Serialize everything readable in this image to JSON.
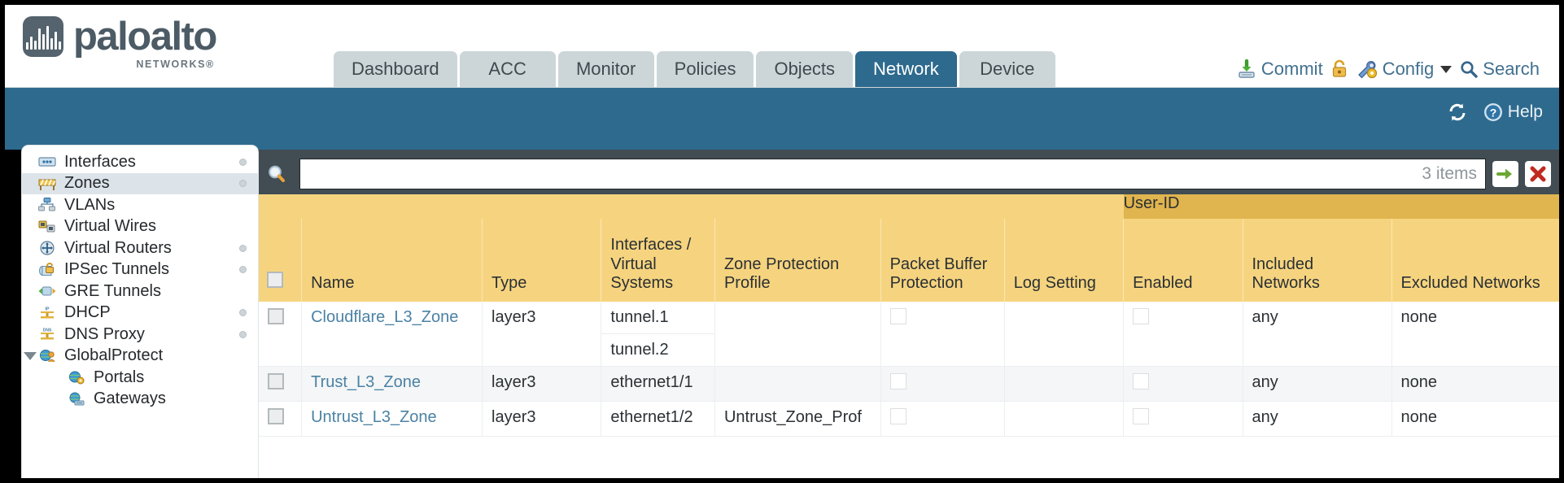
{
  "brand": {
    "word": "paloalto",
    "sub": "NETWORKS®"
  },
  "nav": {
    "tabs": [
      {
        "label": "Dashboard",
        "active": false
      },
      {
        "label": "ACC",
        "active": false
      },
      {
        "label": "Monitor",
        "active": false
      },
      {
        "label": "Policies",
        "active": false
      },
      {
        "label": "Objects",
        "active": false
      },
      {
        "label": "Network",
        "active": true
      },
      {
        "label": "Device",
        "active": false
      }
    ]
  },
  "topactions": {
    "commit_label": "Commit",
    "commit_icon": "commit-download-icon",
    "lock_icon": "lock-icon",
    "config_label": "Config",
    "config_icon": "config-wrench-icon",
    "config_caret": "chevron-down-icon",
    "search_label": "Search",
    "search_icon": "search-icon"
  },
  "blueband": {
    "refresh_icon": "refresh-icon",
    "help_label": "Help",
    "help_icon": "help-question-icon"
  },
  "sidebar": {
    "items": [
      {
        "label": "Interfaces",
        "icon": "interfaces-icon",
        "dot": true,
        "selected": false,
        "child": false,
        "tri": false
      },
      {
        "label": "Zones",
        "icon": "zones-icon",
        "dot": true,
        "selected": true,
        "child": false,
        "tri": false
      },
      {
        "label": "VLANs",
        "icon": "vlans-icon",
        "dot": false,
        "selected": false,
        "child": false,
        "tri": false
      },
      {
        "label": "Virtual Wires",
        "icon": "virtual-wires-icon",
        "dot": false,
        "selected": false,
        "child": false,
        "tri": false
      },
      {
        "label": "Virtual Routers",
        "icon": "virtual-routers-icon",
        "dot": true,
        "selected": false,
        "child": false,
        "tri": false
      },
      {
        "label": "IPSec Tunnels",
        "icon": "ipsec-tunnels-icon",
        "dot": true,
        "selected": false,
        "child": false,
        "tri": false
      },
      {
        "label": "GRE Tunnels",
        "icon": "gre-tunnels-icon",
        "dot": false,
        "selected": false,
        "child": false,
        "tri": false
      },
      {
        "label": "DHCP",
        "icon": "dhcp-icon",
        "dot": true,
        "selected": false,
        "child": false,
        "tri": false
      },
      {
        "label": "DNS Proxy",
        "icon": "dns-proxy-icon",
        "dot": true,
        "selected": false,
        "child": false,
        "tri": false
      },
      {
        "label": "GlobalProtect",
        "icon": "globalprotect-icon",
        "dot": false,
        "selected": false,
        "child": false,
        "tri": true
      },
      {
        "label": "Portals",
        "icon": "portals-icon",
        "dot": false,
        "selected": false,
        "child": true,
        "tri": false
      },
      {
        "label": "Gateways",
        "icon": "gateways-icon",
        "dot": false,
        "selected": false,
        "child": true,
        "tri": false
      }
    ]
  },
  "search": {
    "value": "",
    "placeholder": "",
    "magnifier_icon": "search-icon",
    "item_count": "3 items",
    "apply_icon": "green-arrow-icon",
    "clear_icon": "red-x-icon"
  },
  "table": {
    "group_header": "User-ID",
    "columns": [
      "Name",
      "Type",
      "Interfaces / Virtual Systems",
      "Zone Protection Profile",
      "Packet Buffer Protection",
      "Log Setting",
      "Enabled",
      "Included Networks",
      "Excluded Networks"
    ],
    "rows": [
      {
        "name": "Cloudflare_L3_Zone",
        "type": "layer3",
        "interfaces": [
          "tunnel.1",
          "tunnel.2"
        ],
        "zone_protection_profile": "",
        "packet_buffer_protection": false,
        "log_setting": "",
        "userid_enabled": false,
        "included_networks": "any",
        "excluded_networks": "none"
      },
      {
        "name": "Trust_L3_Zone",
        "type": "layer3",
        "interfaces": [
          "ethernet1/1"
        ],
        "zone_protection_profile": "",
        "packet_buffer_protection": false,
        "log_setting": "",
        "userid_enabled": false,
        "included_networks": "any",
        "excluded_networks": "none"
      },
      {
        "name": "Untrust_L3_Zone",
        "type": "layer3",
        "interfaces": [
          "ethernet1/2"
        ],
        "zone_protection_profile": "Untrust_Zone_Prof",
        "packet_buffer_protection": false,
        "log_setting": "",
        "userid_enabled": false,
        "included_networks": "any",
        "excluded_networks": "none"
      }
    ]
  },
  "colors": {
    "brand_blue": "#2e6a8e",
    "header_yellow": "#f6d47f",
    "group_yellow": "#e0b44e",
    "link_blue": "#4b82a4",
    "panel_dark": "#414c53"
  }
}
